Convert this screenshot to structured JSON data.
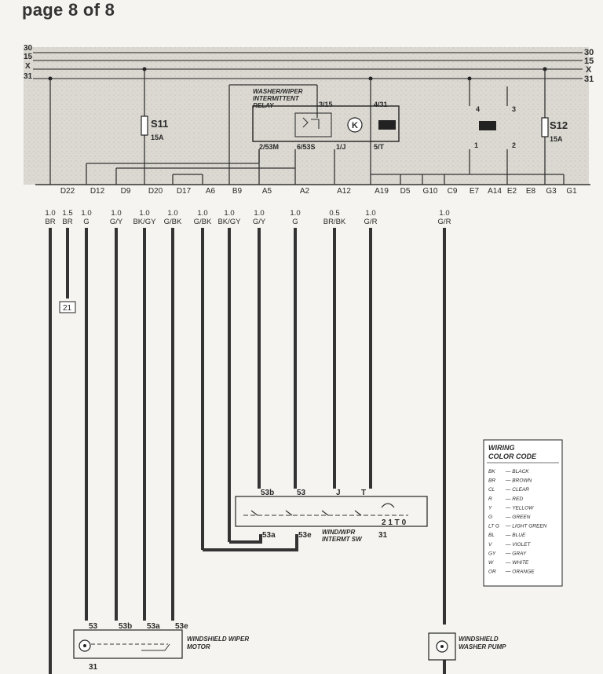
{
  "page_title": "page 8 of 8",
  "buses": [
    {
      "id": "30",
      "label": "30"
    },
    {
      "id": "15",
      "label": "15"
    },
    {
      "id": "X",
      "label": "X"
    },
    {
      "id": "31",
      "label": "31"
    }
  ],
  "fuses": [
    {
      "id": "s11",
      "name": "S11",
      "amps": "15A"
    },
    {
      "id": "s12",
      "name": "S12",
      "amps": "15A"
    }
  ],
  "relay": {
    "title_line1": "WASHER/WIPER",
    "title_line2": "INTERMITTENT",
    "title_line3": "RELAY",
    "pins": [
      "3/15",
      "4/31",
      "2/53M",
      "6/53S",
      "1/J",
      "5/T"
    ],
    "coil_symbol": "K"
  },
  "relay_slots": [
    {
      "id": "slot-4",
      "label": "4"
    },
    {
      "id": "slot-3",
      "label": "3"
    },
    {
      "id": "slot-1",
      "label": "1"
    },
    {
      "id": "slot-2",
      "label": "2"
    }
  ],
  "connectors": [
    "D22",
    "D12",
    "D9",
    "D20",
    "D17",
    "A6",
    "B9",
    "A5",
    "A2",
    "A12",
    "A19",
    "D5",
    "G10",
    "C9",
    "E7",
    "A14",
    "E2",
    "E8",
    "G3",
    "G1"
  ],
  "wires": [
    {
      "id": "w1",
      "gauge": "1.0",
      "color": "BR"
    },
    {
      "id": "w2",
      "gauge": "1.5",
      "color": "BR"
    },
    {
      "id": "w3",
      "gauge": "1.0",
      "color": "G"
    },
    {
      "id": "w4",
      "gauge": "1.0",
      "color": "G/Y"
    },
    {
      "id": "w5",
      "gauge": "1.0",
      "color": "BK/GY"
    },
    {
      "id": "w6",
      "gauge": "1.0",
      "color": "G/BK"
    },
    {
      "id": "w7",
      "gauge": "1.0",
      "color": "G/BK"
    },
    {
      "id": "w8",
      "gauge": "1.0",
      "color": "BK/GY"
    },
    {
      "id": "w9",
      "gauge": "1.0",
      "color": "G/Y"
    },
    {
      "id": "w10",
      "gauge": "1.0",
      "color": "G"
    },
    {
      "id": "w11",
      "gauge": "0.5",
      "color": "BR/BK"
    },
    {
      "id": "w12",
      "gauge": "1.0",
      "color": "G/R"
    },
    {
      "id": "w13",
      "gauge": "1.0",
      "color": "G/R"
    }
  ],
  "ref_box": "21",
  "switch": {
    "title_line1": "WIND/WPR",
    "title_line2": "INTERMT SW",
    "top_labels": [
      "53b",
      "53",
      "J",
      "T"
    ],
    "bottom_labels": [
      "53a",
      "53e",
      "31"
    ],
    "position_label": "2 1 T 0"
  },
  "motor": {
    "title_line1": "WINDSHIELD WIPER",
    "title_line2": "MOTOR",
    "top_labels": [
      "53",
      "53b",
      "53a",
      "53e"
    ],
    "ground": "31"
  },
  "pump": {
    "title_line1": "WINDSHIELD",
    "title_line2": "WASHER PUMP"
  },
  "legend": {
    "title_line1": "WIRING",
    "title_line2": "COLOR CODE",
    "entries": [
      {
        "code": "BK",
        "name": "BLACK"
      },
      {
        "code": "BR",
        "name": "BROWN"
      },
      {
        "code": "CL",
        "name": "CLEAR"
      },
      {
        "code": "R",
        "name": "RED"
      },
      {
        "code": "Y",
        "name": "YELLOW"
      },
      {
        "code": "G",
        "name": "GREEN"
      },
      {
        "code": "LT G",
        "name": "LIGHT GREEN"
      },
      {
        "code": "BL",
        "name": "BLUE"
      },
      {
        "code": "V",
        "name": "VIOLET"
      },
      {
        "code": "GY",
        "name": "GRAY"
      },
      {
        "code": "W",
        "name": "WHITE"
      },
      {
        "code": "OR",
        "name": "ORANGE"
      }
    ]
  }
}
